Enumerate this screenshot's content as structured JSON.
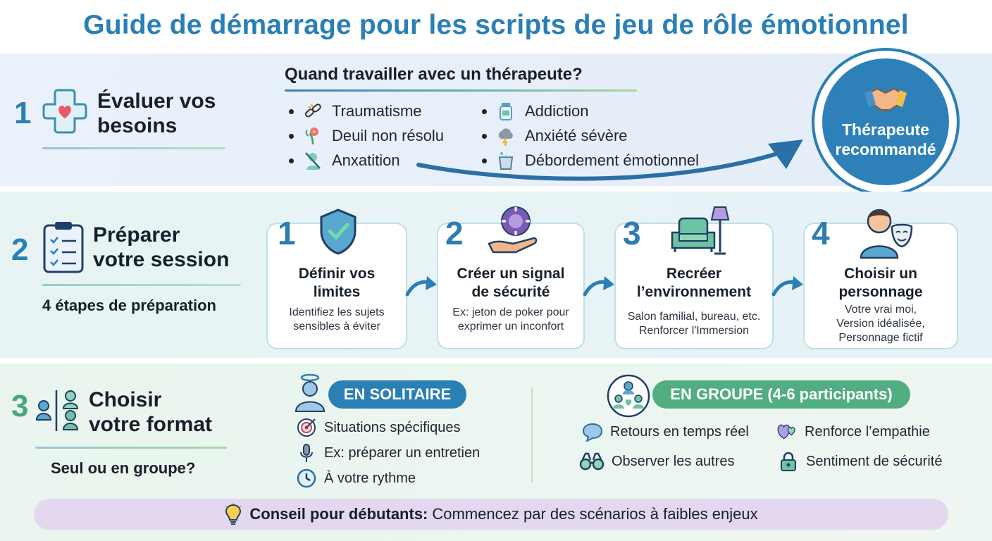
{
  "title": "Guide de démarrage pour les scripts de jeu de rôle émotionnel",
  "section1": {
    "number": "1",
    "title_line1": "Évaluer vos",
    "title_line2": "besoins",
    "question": "Quand travailler avec un thérapeute?",
    "bullets_left": [
      "Traumatisme",
      "Deuil non résolu",
      "Anxatition"
    ],
    "bullets_right": [
      "Addiction",
      "Anxiété sévère",
      "Débordement émotionnel"
    ],
    "therapist_line1": "Thérapeute",
    "therapist_line2": "recommandé"
  },
  "section2": {
    "number": "2",
    "title_line1": "Préparer",
    "title_line2": "votre session",
    "subtitle": "4 étapes de préparation",
    "steps": [
      {
        "num": "1",
        "title1": "Définir vos",
        "title2": "limites",
        "desc1": "Identifiez les sujets",
        "desc2": "sensibles à éviter",
        "desc3": ""
      },
      {
        "num": "2",
        "title1": "Créer un signal",
        "title2": "de sécurité",
        "desc1": "Ex: jeton de poker pour",
        "desc2": "exprimer un inconfort",
        "desc3": ""
      },
      {
        "num": "3",
        "title1": "Recréer",
        "title2": "l’environnement",
        "desc1": "Salon familial, bureau, etc.",
        "desc2": "Renforcer l'Immersion",
        "desc3": ""
      },
      {
        "num": "4",
        "title1": "Choisir un",
        "title2": "personnage",
        "desc1": "Votre vrai moi,",
        "desc2": "Version idéalisée,",
        "desc3": "Personnage fictif"
      }
    ]
  },
  "section3": {
    "number": "3",
    "title_line1": "Choisir",
    "title_line2": "votre format",
    "subtitle": "Seul ou en groupe?",
    "solo_label": "EN SOLITAIRE",
    "solo_items": [
      "Situations spécifiques",
      "Ex: préparer un entretien",
      "À votre rythme"
    ],
    "group_label": "EN GROUPE (4-6 participants)",
    "group_items": [
      "Retours en temps réel",
      "Renforce l’empathie",
      "Observer les autres",
      "Sentiment de sécurité"
    ]
  },
  "tip": {
    "label": "Conseil pour débutants:",
    "text": "Commencez par des scénarios à faibles enjeux"
  },
  "colors": {
    "blue": "#2a7fb4",
    "teal": "#3a9fa0",
    "green": "#4aa57c",
    "purple_bg": "#e3d8ef"
  }
}
